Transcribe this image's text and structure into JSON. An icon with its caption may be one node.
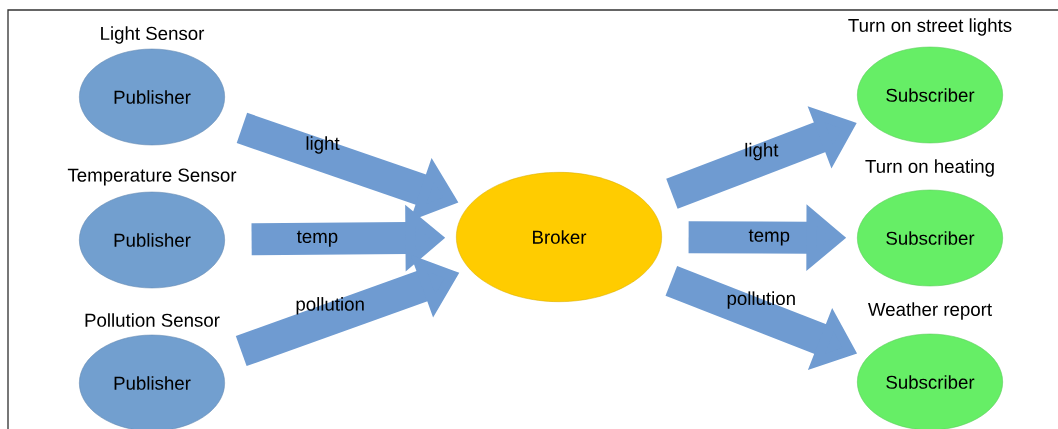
{
  "diagram": {
    "nodes": [
      {
        "text": [
          "Light Sensor",
          "Publisher"
        ]
      },
      {
        "text": [
          "Temperature Sensor",
          "Publisher"
        ]
      },
      {
        "text": [
          "Pollution Sensor",
          "Publisher"
        ]
      },
      {
        "text": [
          "Broker"
        ]
      },
      {
        "text": [
          "Turn on street lights",
          "Subscriber"
        ]
      },
      {
        "text": [
          "Turn on heating",
          "Subscriber"
        ]
      },
      {
        "text": [
          "Weather report",
          "Subscriber"
        ]
      }
    ],
    "edges": [
      {
        "from": 0,
        "to": 3,
        "arrow": "to",
        "label": "light"
      },
      {
        "from": 1,
        "to": 3,
        "arrow": "to",
        "label": "temp"
      },
      {
        "from": 2,
        "to": 3,
        "arrow": "to",
        "label": "pollution"
      },
      {
        "from": 3,
        "to": 4,
        "arrow": "to",
        "label": "light"
      },
      {
        "from": 3,
        "to": 5,
        "arrow": "to",
        "label": "temp"
      },
      {
        "from": 3,
        "to": 6,
        "arrow": "to",
        "label": "pollution"
      }
    ]
  }
}
